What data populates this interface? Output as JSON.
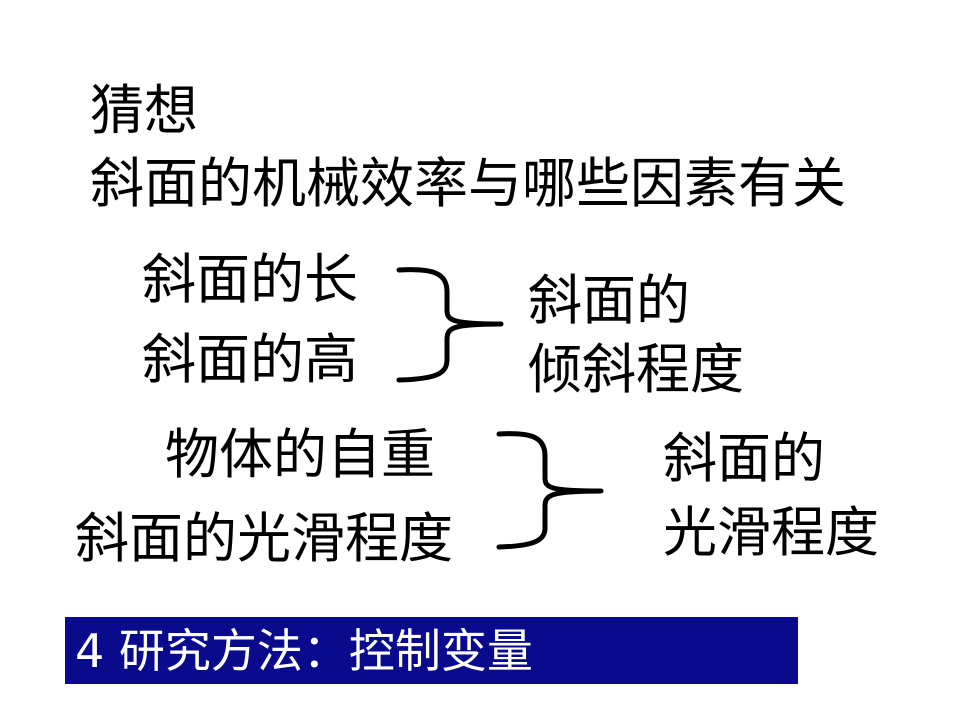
{
  "heading": {
    "guess": "猜想",
    "question": "斜面的机械效率与哪些因素有关"
  },
  "group1": {
    "left_items": [
      "斜面的长",
      "斜面的高"
    ],
    "result_lines": [
      "斜面的",
      "倾斜程度"
    ]
  },
  "group2": {
    "left_items": [
      "物体的自重",
      "斜面的光滑程度"
    ],
    "result_lines": [
      "斜面的",
      "光滑程度"
    ]
  },
  "banner": {
    "text": "4 研究方法：控制变量",
    "background_color": "#0a0a8c",
    "text_color": "#ffffff"
  }
}
